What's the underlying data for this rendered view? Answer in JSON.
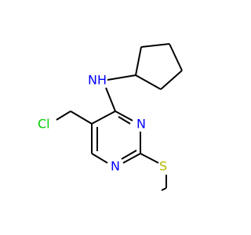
{
  "molecule": {
    "colors": {
      "bond": "#000000",
      "N": "#0000ff",
      "S": "#b8b800",
      "Cl": "#00cc00"
    },
    "atoms": {
      "amine_nh": "NH",
      "ring_n3": "N",
      "ring_n1": "N",
      "sulfur": "S",
      "chlorine": "Cl"
    }
  }
}
